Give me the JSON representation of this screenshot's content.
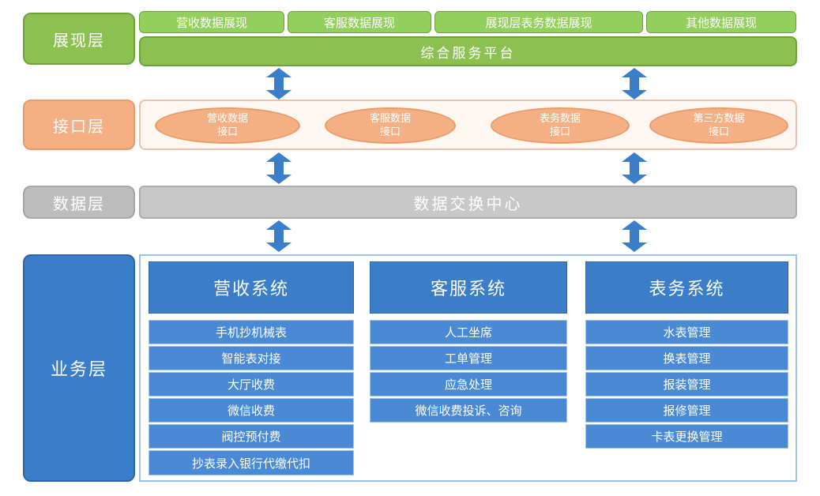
{
  "layers": {
    "presentation": "展现层",
    "interface": "接口层",
    "data": "数据层",
    "business": "业务层"
  },
  "presentation": {
    "tabs": [
      "营收数据展现",
      "客服数据展现",
      "展现层表务数据展现",
      "其他数据展现"
    ],
    "platform": "综合服务平台"
  },
  "interface": {
    "ellipses": [
      {
        "line1": "营收数据",
        "line2": "接口"
      },
      {
        "line1": "客服数据",
        "line2": "接口"
      },
      {
        "line1": "表务数据",
        "line2": "接口"
      },
      {
        "line1": "第三方数据",
        "line2": "接口"
      }
    ]
  },
  "data": {
    "center": "数据交换中心"
  },
  "business": {
    "systems": [
      {
        "title": "营收系统",
        "items": [
          "手机抄机械表",
          "智能表对接",
          "大厅收费",
          "微信收费",
          "阀控预付费",
          "抄表录入银行代缴代扣"
        ]
      },
      {
        "title": "客服系统",
        "items": [
          "人工坐席",
          "工单管理",
          "应急处理",
          "微信收费投诉、咨询"
        ]
      },
      {
        "title": "表务系统",
        "items": [
          "水表管理",
          "换表管理",
          "报装管理",
          "报修管理",
          "卡表更换管理"
        ]
      }
    ]
  },
  "colors": {
    "presentation": "#8cc152",
    "interface": "#f4b084",
    "data": "#bdbdbd",
    "business": "#3a7dc9",
    "arrow": "#3a7dc9"
  },
  "icons": {
    "connector": "double-arrow-vertical-icon"
  }
}
